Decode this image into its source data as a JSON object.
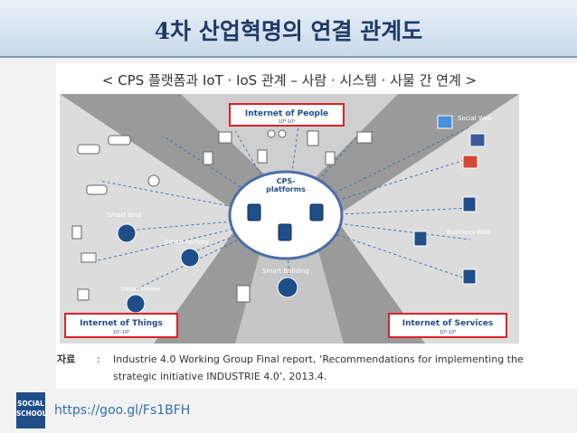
{
  "title": "4차 산업혁명의 연결 관계도",
  "figure": {
    "subtitle": "< CPS 플랫폼과 IoT · IoS 관계 – 사람 · 시스템 · 사물 간 연계 >",
    "internet_of_people": "Internet of People",
    "internet_of_people_sub": "10⁸-10⁹",
    "internet_of_things": "Internet of Things",
    "internet_of_things_sub": "10¹-10⁸",
    "internet_of_services": "Internet of Services",
    "internet_of_services_sub": "10⁶-10⁸",
    "cps_platforms": [
      "CPS-",
      "platforms"
    ],
    "smart_grid": "Smart Grid",
    "smart_factory": "Smart Factory",
    "smart_home": "Smart Home",
    "smart_building": "Smart Building",
    "social_web": "Social Web",
    "business_web": "Business Web",
    "accent_red": "#d9232a",
    "accent_blue": "#1f4e8a"
  },
  "caption": {
    "label": "자료",
    "colon": ":",
    "line1": "Industrie 4.0 Working Group Final report, ‘Recommendations for implementing the",
    "line2": "strategic initiative INDUSTRIE 4.0’, 2013.4."
  },
  "footer": {
    "logo_line1": "SOCIAL",
    "logo_line2": "SCHOOL",
    "url": "https://goo.gl/Fs1BFH"
  }
}
